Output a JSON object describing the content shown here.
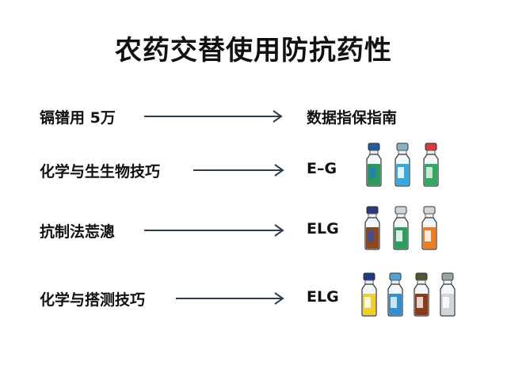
{
  "title": "农药交替使用防抗药性",
  "rows": [
    {
      "label": "镉镨用 5万",
      "result": "数据指保指南",
      "bottles": []
    },
    {
      "label": "化学与生生物技巧",
      "result": "E–G",
      "bottles": [
        {
          "cap": "#1f5e9e",
          "liquid": "#2e9a58",
          "label_mark": "#1d7fc4"
        },
        {
          "cap": "#8ab0c6",
          "liquid": "#36a9e1",
          "label_mark": "#ffffff"
        },
        {
          "cap": "#d93a3a",
          "liquid": "#2faa5e",
          "label_mark": "#e8f3ea"
        }
      ]
    },
    {
      "label": "抗制法莣漗",
      "result": "ELG",
      "bottles": [
        {
          "cap": "#2b3a7a",
          "liquid": "#8a4a1c",
          "label_mark": "#3a4fa0"
        },
        {
          "cap": "#cfd6db",
          "liquid": "#2ba05c",
          "label_mark": "#ffffff"
        },
        {
          "cap": "#d6d6d6",
          "liquid": "#f07a1e",
          "label_mark": "#ffffff"
        }
      ]
    },
    {
      "label": "化学与搭测技巧",
      "result": "ELG",
      "bottles": [
        {
          "cap": "#1e3a8a",
          "liquid": "#f2cf2a",
          "label_mark": "#ffffff"
        },
        {
          "cap": "#4da6d8",
          "liquid": "#2f8ed4",
          "label_mark": "#e8f4fb"
        },
        {
          "cap": "#4a5a2a",
          "liquid": "#8a3a16",
          "label_mark": "#f1f1f1"
        },
        {
          "cap": "#9aa3a8",
          "liquid": "#cfd6da",
          "label_mark": "#ffffff"
        }
      ]
    }
  ]
}
